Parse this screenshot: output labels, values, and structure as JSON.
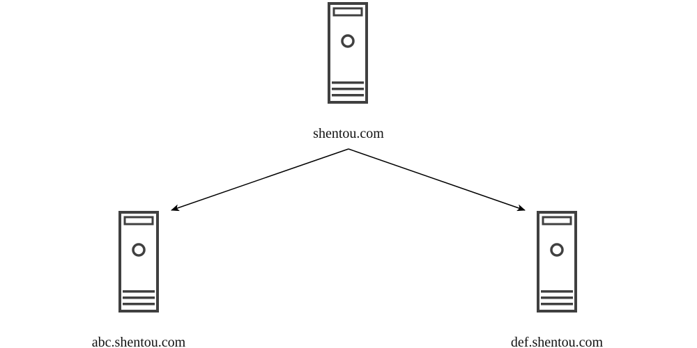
{
  "diagram": {
    "nodes": [
      {
        "id": "root",
        "label": "shentou.com",
        "icon": "server-tower-icon"
      },
      {
        "id": "left",
        "label": "abc.shentou.com",
        "icon": "server-tower-icon"
      },
      {
        "id": "right",
        "label": "def.shentou.com",
        "icon": "server-tower-icon"
      }
    ],
    "edges": [
      {
        "from": "root",
        "to": "left"
      },
      {
        "from": "root",
        "to": "right"
      }
    ],
    "colors": {
      "icon_stroke": "#404040",
      "edge": "#000000",
      "text": "#111111"
    }
  }
}
